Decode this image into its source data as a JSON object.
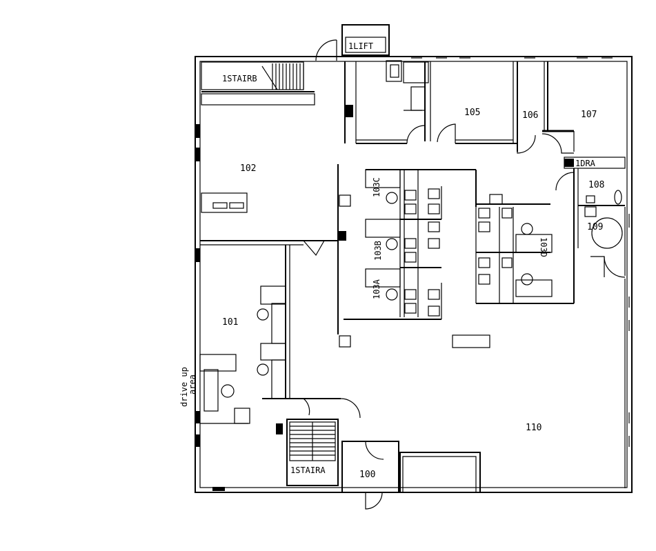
{
  "rooms": {
    "r100": "100",
    "r101": "101",
    "r102": "102",
    "r103a": "103A",
    "r103b": "103B",
    "r103c": "103C",
    "r103d": "103D",
    "r105": "105",
    "r106": "106",
    "r107": "107",
    "r108": "108",
    "r109": "109",
    "r110": "110"
  },
  "labels": {
    "lift": "1LIFT",
    "stair_a": "1STAIRA",
    "stair_b": "1STAIRB",
    "dra": "1DRA",
    "drive_up_1": "drive up",
    "drive_up_2": "area"
  }
}
